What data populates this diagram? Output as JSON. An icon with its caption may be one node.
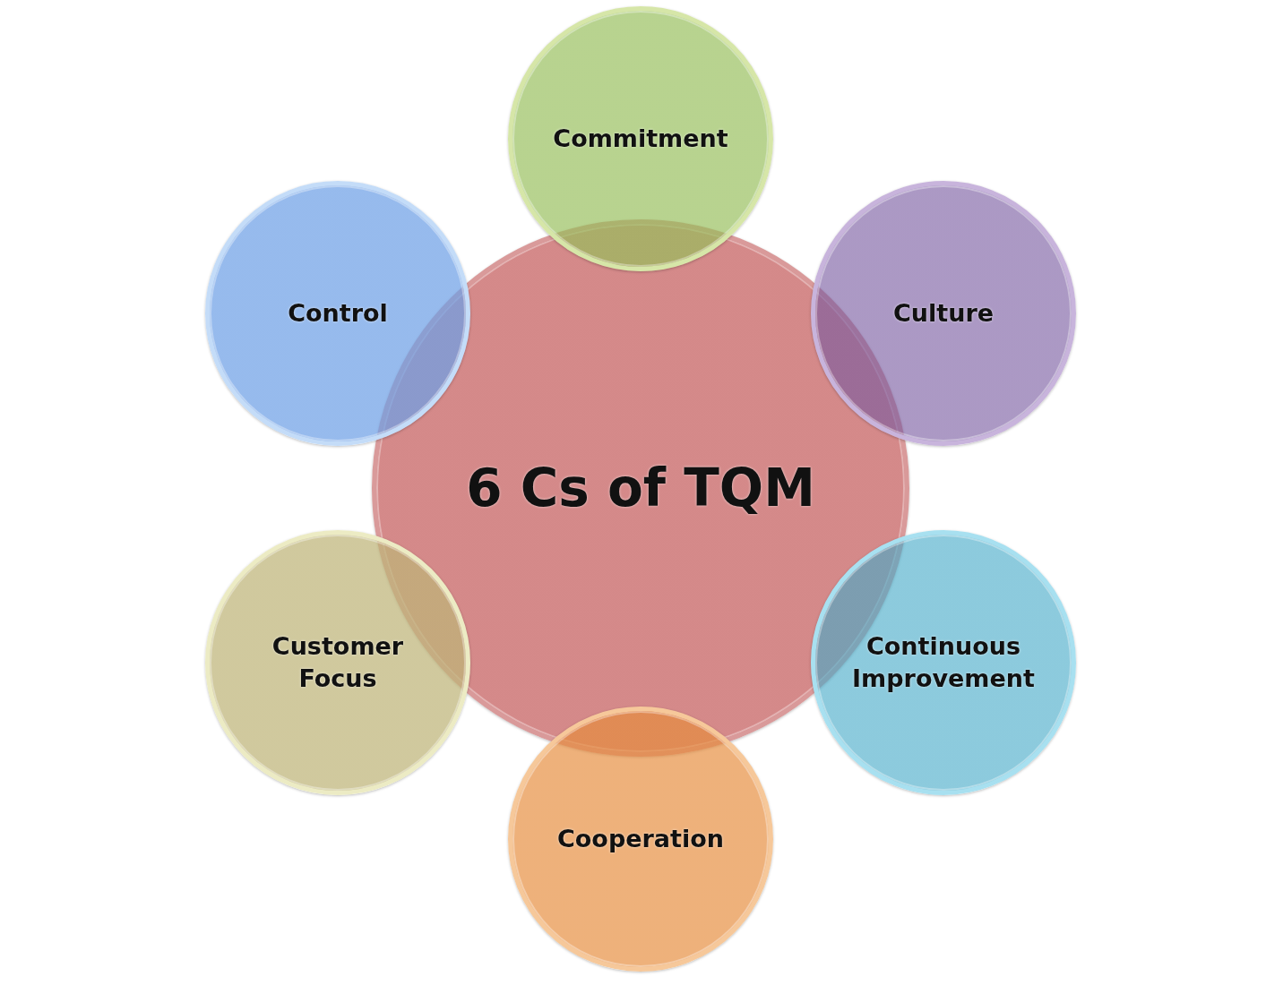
{
  "diagram": {
    "nodes": [
      {
        "text": [
          "6 Cs of TQM"
        ]
      },
      {
        "text": [
          "Commitment"
        ]
      },
      {
        "text": [
          "Culture"
        ]
      },
      {
        "text": [
          "Continuous Improvement"
        ]
      },
      {
        "text": [
          "Cooperation"
        ]
      },
      {
        "text": [
          "Customer Focus"
        ]
      },
      {
        "text": [
          "Control"
        ]
      }
    ]
  }
}
